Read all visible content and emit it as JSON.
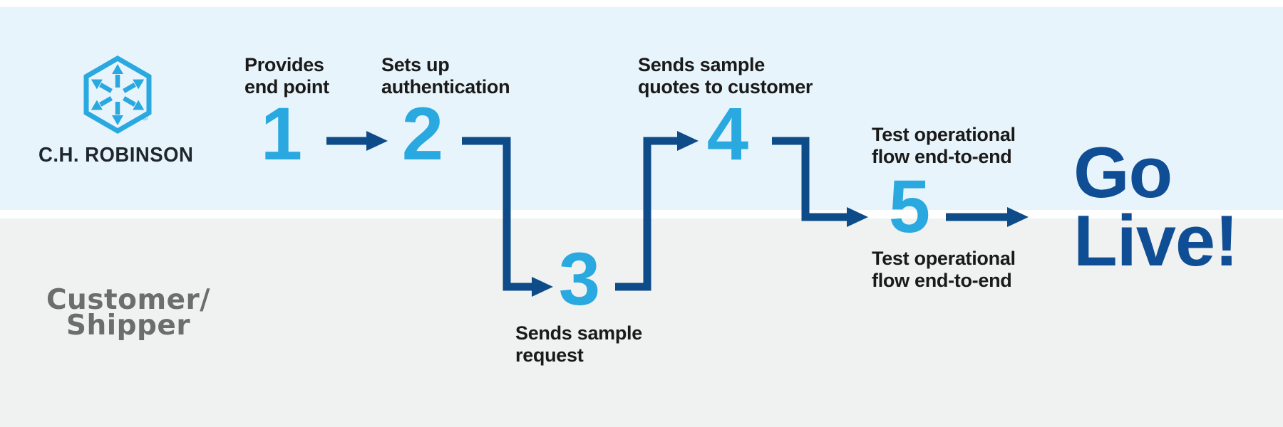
{
  "colors": {
    "band_blue": "#e8f4fb",
    "band_gray": "#f0f2f1",
    "divider_white": "#ffffff",
    "accent_light_blue": "#29a9e0",
    "accent_dark_blue": "#0e4b89",
    "golive_blue": "#0f4e94",
    "label_black": "#1a1a1a",
    "customer_gray": "#6d6d6d",
    "wordmark_dark": "#1f262e"
  },
  "provider": {
    "logo_icon": "hexagon-arrows-icon",
    "logo_text": "C.H. ROBINSON",
    "registered_mark": "®"
  },
  "customer": {
    "label_line1": "Customer/",
    "label_line2": "Shipper"
  },
  "steps": [
    {
      "number": "1",
      "label_line1": "Provides",
      "label_line2": "end point"
    },
    {
      "number": "2",
      "label_line1": "Sets up",
      "label_line2": "authentication"
    },
    {
      "number": "3",
      "label_line1": "Sends sample",
      "label_line2": "request"
    },
    {
      "number": "4",
      "label_line1": "Sends sample",
      "label_line2": "quotes to customer"
    },
    {
      "number": "5",
      "label_top_line1": "Test operational",
      "label_top_line2": "flow end-to-end",
      "label_bottom_line1": "Test operational",
      "label_bottom_line2": "flow end-to-end"
    }
  ],
  "outcome": {
    "line1": "Go",
    "line2": "Live!"
  }
}
